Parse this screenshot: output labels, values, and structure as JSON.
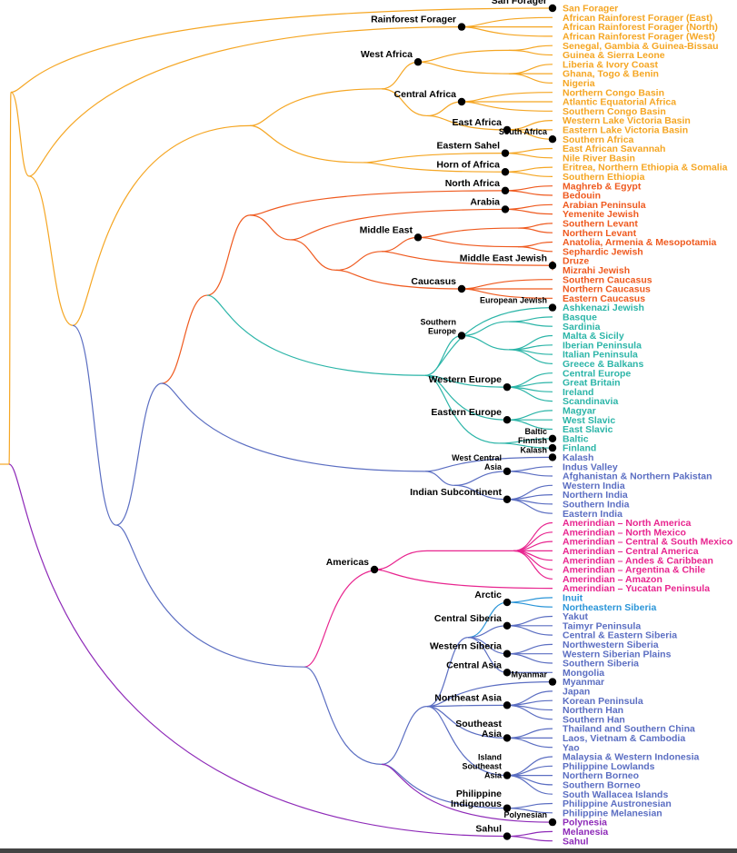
{
  "colors": {
    "africa": "#f5a623",
    "west_eurasia": "#ef5a1f",
    "europe": "#2cb5a8",
    "south_asia": "#5b6ec2",
    "americas": "#e8258f",
    "arctic": "#2a95d8",
    "oceania": "#8e2ab8"
  },
  "leaves": [
    {
      "label": "San Forager",
      "group": "africa"
    },
    {
      "label": "African Rainforest Forager (East)",
      "group": "africa"
    },
    {
      "label": "African Rainforest Forager (North)",
      "group": "africa"
    },
    {
      "label": "African Rainforest Forager (West)",
      "group": "africa"
    },
    {
      "label": "Senegal, Gambia & Guinea-Bissau",
      "group": "africa"
    },
    {
      "label": "Guinea & Sierra Leone",
      "group": "africa"
    },
    {
      "label": "Liberia & Ivory Coast",
      "group": "africa"
    },
    {
      "label": "Ghana, Togo & Benin",
      "group": "africa"
    },
    {
      "label": "Nigeria",
      "group": "africa"
    },
    {
      "label": "Northern Congo Basin",
      "group": "africa"
    },
    {
      "label": "Atlantic Equatorial Africa",
      "group": "africa"
    },
    {
      "label": "Southern Congo Basin",
      "group": "africa"
    },
    {
      "label": "Western Lake Victoria Basin",
      "group": "africa"
    },
    {
      "label": "Eastern Lake Victoria Basin",
      "group": "africa"
    },
    {
      "label": "Southern Africa",
      "group": "africa"
    },
    {
      "label": "East African Savannah",
      "group": "africa"
    },
    {
      "label": "Nile River Basin",
      "group": "africa"
    },
    {
      "label": "Eritrea, Northern Ethiopia & Somalia",
      "group": "africa"
    },
    {
      "label": "Southern Ethiopia",
      "group": "africa"
    },
    {
      "label": "Maghreb & Egypt",
      "group": "west_eurasia"
    },
    {
      "label": "Bedouin",
      "group": "west_eurasia"
    },
    {
      "label": "Arabian Peninsula",
      "group": "west_eurasia"
    },
    {
      "label": "Yemenite Jewish",
      "group": "west_eurasia"
    },
    {
      "label": "Southern Levant",
      "group": "west_eurasia"
    },
    {
      "label": "Northern Levant",
      "group": "west_eurasia"
    },
    {
      "label": "Anatolia, Armenia & Mesopotamia",
      "group": "west_eurasia"
    },
    {
      "label": "Sephardic Jewish",
      "group": "west_eurasia"
    },
    {
      "label": "Druze",
      "group": "west_eurasia"
    },
    {
      "label": "Mizrahi Jewish",
      "group": "west_eurasia"
    },
    {
      "label": "Southern Caucasus",
      "group": "west_eurasia"
    },
    {
      "label": "Northern Caucasus",
      "group": "west_eurasia"
    },
    {
      "label": "Eastern Caucasus",
      "group": "west_eurasia"
    },
    {
      "label": "Ashkenazi Jewish",
      "group": "europe"
    },
    {
      "label": "Basque",
      "group": "europe"
    },
    {
      "label": "Sardinia",
      "group": "europe"
    },
    {
      "label": "Malta & Sicily",
      "group": "europe"
    },
    {
      "label": "Iberian Peninsula",
      "group": "europe"
    },
    {
      "label": "Italian Peninsula",
      "group": "europe"
    },
    {
      "label": "Greece & Balkans",
      "group": "europe"
    },
    {
      "label": "Central Europe",
      "group": "europe"
    },
    {
      "label": "Great Britain",
      "group": "europe"
    },
    {
      "label": "Ireland",
      "group": "europe"
    },
    {
      "label": "Scandinavia",
      "group": "europe"
    },
    {
      "label": "Magyar",
      "group": "europe"
    },
    {
      "label": "West Slavic",
      "group": "europe"
    },
    {
      "label": "East Slavic",
      "group": "europe"
    },
    {
      "label": "Baltic",
      "group": "europe"
    },
    {
      "label": "Finland",
      "group": "europe"
    },
    {
      "label": "Kalash",
      "group": "south_asia"
    },
    {
      "label": "Indus Valley",
      "group": "south_asia"
    },
    {
      "label": "Afghanistan & Northern Pakistan",
      "group": "south_asia"
    },
    {
      "label": "Western India",
      "group": "south_asia"
    },
    {
      "label": "Northern India",
      "group": "south_asia"
    },
    {
      "label": "Southern India",
      "group": "south_asia"
    },
    {
      "label": "Eastern India",
      "group": "south_asia"
    },
    {
      "label": "Amerindian – North America",
      "group": "americas"
    },
    {
      "label": "Amerindian – North Mexico",
      "group": "americas"
    },
    {
      "label": "Amerindian – Central & South Mexico",
      "group": "americas"
    },
    {
      "label": "Amerindian – Central America",
      "group": "americas"
    },
    {
      "label": "Amerindian – Andes & Caribbean",
      "group": "americas"
    },
    {
      "label": "Amerindian – Argentina & Chile",
      "group": "americas"
    },
    {
      "label": "Amerindian – Amazon",
      "group": "americas"
    },
    {
      "label": "Amerindian – Yucatan Peninsula",
      "group": "americas"
    },
    {
      "label": "Inuit",
      "group": "arctic"
    },
    {
      "label": "Northeastern Siberia",
      "group": "arctic"
    },
    {
      "label": "Yakut",
      "group": "south_asia"
    },
    {
      "label": "Taimyr Peninsula",
      "group": "south_asia"
    },
    {
      "label": "Central & Eastern Siberia",
      "group": "south_asia"
    },
    {
      "label": "Northwestern Siberia",
      "group": "south_asia"
    },
    {
      "label": "Western Siberian Plains",
      "group": "south_asia"
    },
    {
      "label": "Southern Siberia",
      "group": "south_asia"
    },
    {
      "label": "Mongolia",
      "group": "south_asia"
    },
    {
      "label": "Myanmar",
      "group": "south_asia"
    },
    {
      "label": "Japan",
      "group": "south_asia"
    },
    {
      "label": "Korean Peninsula",
      "group": "south_asia"
    },
    {
      "label": "Northern Han",
      "group": "south_asia"
    },
    {
      "label": "Southern Han",
      "group": "south_asia"
    },
    {
      "label": "Thailand and Southern China",
      "group": "south_asia"
    },
    {
      "label": "Laos, Vietnam & Cambodia",
      "group": "south_asia"
    },
    {
      "label": "Yao",
      "group": "south_asia"
    },
    {
      "label": "Malaysia & Western Indonesia",
      "group": "south_asia"
    },
    {
      "label": "Philippine Lowlands",
      "group": "south_asia"
    },
    {
      "label": "Northern Borneo",
      "group": "south_asia"
    },
    {
      "label": "Southern Borneo",
      "group": "south_asia"
    },
    {
      "label": "South Wallacea Islands",
      "group": "south_asia"
    },
    {
      "label": "Philippine Austronesian",
      "group": "south_asia"
    },
    {
      "label": "Philippine Melanesian",
      "group": "south_asia"
    },
    {
      "label": "Polynesia",
      "group": "oceania"
    },
    {
      "label": "Melanesia",
      "group": "oceania"
    },
    {
      "label": "Sahul",
      "group": "oceania"
    }
  ],
  "clade_labels": [
    {
      "text": "San Forager",
      "node": "n_san"
    },
    {
      "text": "Rainforest Forager",
      "node": "n_rain"
    },
    {
      "text": "West Africa",
      "node": "n_westaf"
    },
    {
      "text": "Central Africa",
      "node": "n_centaf"
    },
    {
      "text": "East Africa",
      "node": "n_eastaf"
    },
    {
      "text": "South Africa",
      "node": "n_southaf",
      "small": true
    },
    {
      "text": "Eastern Sahel",
      "node": "n_sahel"
    },
    {
      "text": "Horn of Africa",
      "node": "n_horn"
    },
    {
      "text": "North Africa",
      "node": "n_northaf"
    },
    {
      "text": "Arabia",
      "node": "n_arabia"
    },
    {
      "text": "Middle East",
      "node": "n_mideast"
    },
    {
      "text": "Middle East Jewish",
      "node": "n_mej"
    },
    {
      "text": "Caucasus",
      "node": "n_cauc"
    },
    {
      "text": "European Jewish",
      "node": "n_eurjew",
      "small": true
    },
    {
      "text": "Southern",
      "node": "n_southeu",
      "small": true,
      "line": 0
    },
    {
      "text": "Europe",
      "node": "n_southeu",
      "small": true,
      "line": 1
    },
    {
      "text": "Western Europe",
      "node": "n_westeu"
    },
    {
      "text": "Eastern Europe",
      "node": "n_easteu"
    },
    {
      "text": "Baltic",
      "node": "n_baltic",
      "small": true
    },
    {
      "text": "Finnish",
      "node": "n_finnish",
      "small": true
    },
    {
      "text": "Kalash",
      "node": "n_kalash",
      "small": true
    },
    {
      "text": "West Central",
      "node": "n_wca",
      "small": true,
      "line": 0
    },
    {
      "text": "Asia",
      "node": "n_wca",
      "small": true,
      "line": 1
    },
    {
      "text": "Indian Subcontinent",
      "node": "n_indsub"
    },
    {
      "text": "Americas",
      "node": "n_americas"
    },
    {
      "text": "Arctic",
      "node": "n_arctic"
    },
    {
      "text": "Central Siberia",
      "node": "n_censib"
    },
    {
      "text": "Western Siberia",
      "node": "n_wsib"
    },
    {
      "text": "Central Asia",
      "node": "n_cenasia"
    },
    {
      "text": "Myanmar",
      "node": "n_myanmar",
      "small": true
    },
    {
      "text": "Northeast Asia",
      "node": "n_neasia"
    },
    {
      "text": "Southeast",
      "node": "n_seasia",
      "line": 0
    },
    {
      "text": "Asia",
      "node": "n_seasia",
      "line": 1
    },
    {
      "text": "Island",
      "node": "n_isea",
      "small": true,
      "line": 0
    },
    {
      "text": "Southeast",
      "node": "n_isea",
      "small": true,
      "line": 1
    },
    {
      "text": "Asia",
      "node": "n_isea",
      "small": true,
      "line": 2
    },
    {
      "text": "Philippine",
      "node": "n_phil",
      "line": 0
    },
    {
      "text": "Indigenous",
      "node": "n_phil",
      "line": 1
    },
    {
      "text": "Polynesian",
      "node": "n_polyn",
      "small": true
    },
    {
      "text": "Sahul",
      "node": "n_sahul"
    }
  ]
}
